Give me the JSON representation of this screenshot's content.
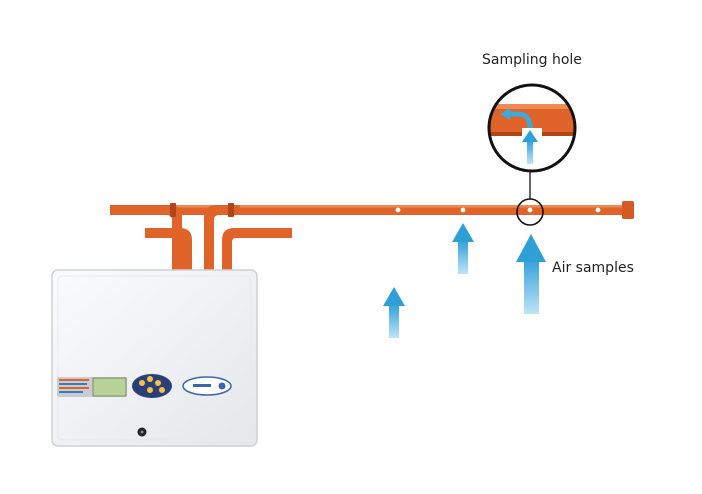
{
  "labels": {
    "sampling_hole": "Sampling hole",
    "air_samples": "Air samples"
  },
  "colors": {
    "pipe": "#e0642a",
    "pipe_dark": "#b24418",
    "arrow": "#3fa9dc",
    "panel": "#f2f3f5",
    "panel_edge": "#cdd1d6",
    "display": "#b9d29a"
  },
  "icons": {
    "flow_arrows": "up-arrow",
    "magnifier": "circle-zoom"
  }
}
